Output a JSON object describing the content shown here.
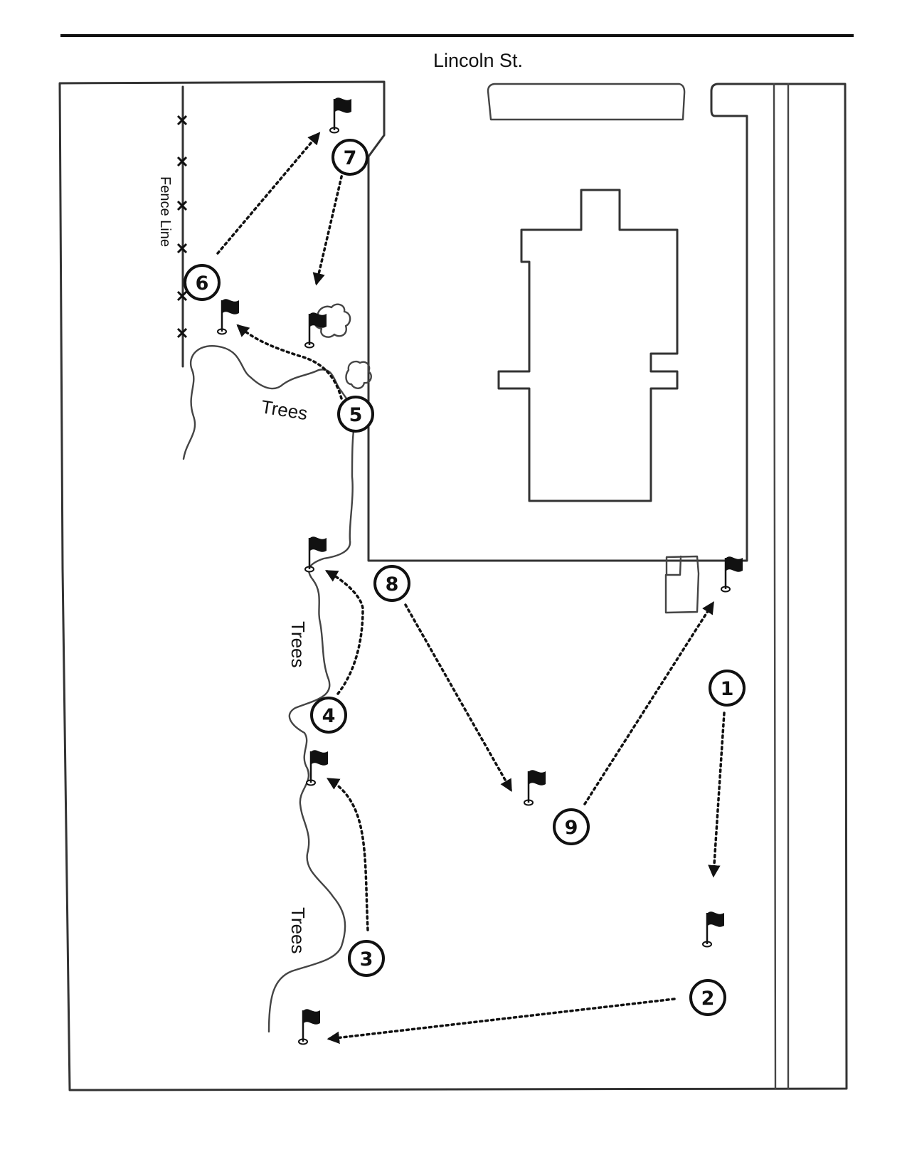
{
  "street": {
    "name": "Lincoln St."
  },
  "labels": {
    "fence": "Fence Line",
    "trees_top": "Trees",
    "trees_mid": "Trees",
    "trees_bottom": "Trees"
  },
  "stations": [
    {
      "number": "1"
    },
    {
      "number": "2"
    },
    {
      "number": "3"
    },
    {
      "number": "4"
    },
    {
      "number": "5"
    },
    {
      "number": "6"
    },
    {
      "number": "7"
    },
    {
      "number": "8"
    },
    {
      "number": "9"
    }
  ],
  "icons": {
    "flag": "flag-icon",
    "bush": "bush-icon",
    "fence_marker": "fence-x-icon"
  },
  "colors": {
    "ink": "#111111",
    "line": "#333333"
  }
}
